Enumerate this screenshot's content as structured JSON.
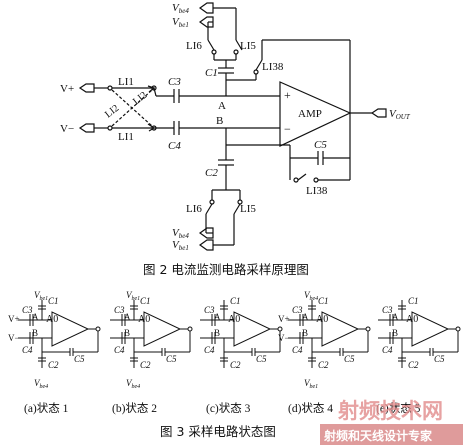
{
  "fig2": {
    "caption": "图 2  电流监测电路采样原理图",
    "vbe4": "V",
    "vbe4_sub": "be4",
    "vbe1": "V",
    "vbe1_sub": "be1",
    "li6": "LI6",
    "li5": "LI5",
    "li38": "LI38",
    "li1": "LI1",
    "li2": "LI2",
    "c1": "C1",
    "c2": "C2",
    "c3": "C3",
    "c4": "C4",
    "c5": "C5",
    "node_a": "A",
    "node_b": "B",
    "vplus": "V+",
    "vminus": "V−",
    "amp": "AMP",
    "plus": "+",
    "minus": "−",
    "vout": "V",
    "vout_sub": "OUT"
  },
  "fig3": {
    "caption": "图 3  采样电路状态图",
    "states": [
      {
        "label": "(a)状态 1"
      },
      {
        "label": "(b)状态 2"
      },
      {
        "label": "(c)状态 3"
      },
      {
        "label": "(d)状态 4"
      },
      {
        "label": "(e)状态 5"
      }
    ],
    "vbe1": "V",
    "vbe1_sub": "be1",
    "vbe4": "V",
    "vbe4_sub": "be4",
    "a0": "A0",
    "c1": "C1",
    "c2": "C2",
    "c3": "C3",
    "c4": "C4",
    "c5": "C5",
    "node_a": "A",
    "node_b": "B",
    "vplus": "V+",
    "vminus": "V−"
  },
  "watermark": {
    "top": "射频技术网",
    "bottom": "射频和天线设计专家"
  }
}
